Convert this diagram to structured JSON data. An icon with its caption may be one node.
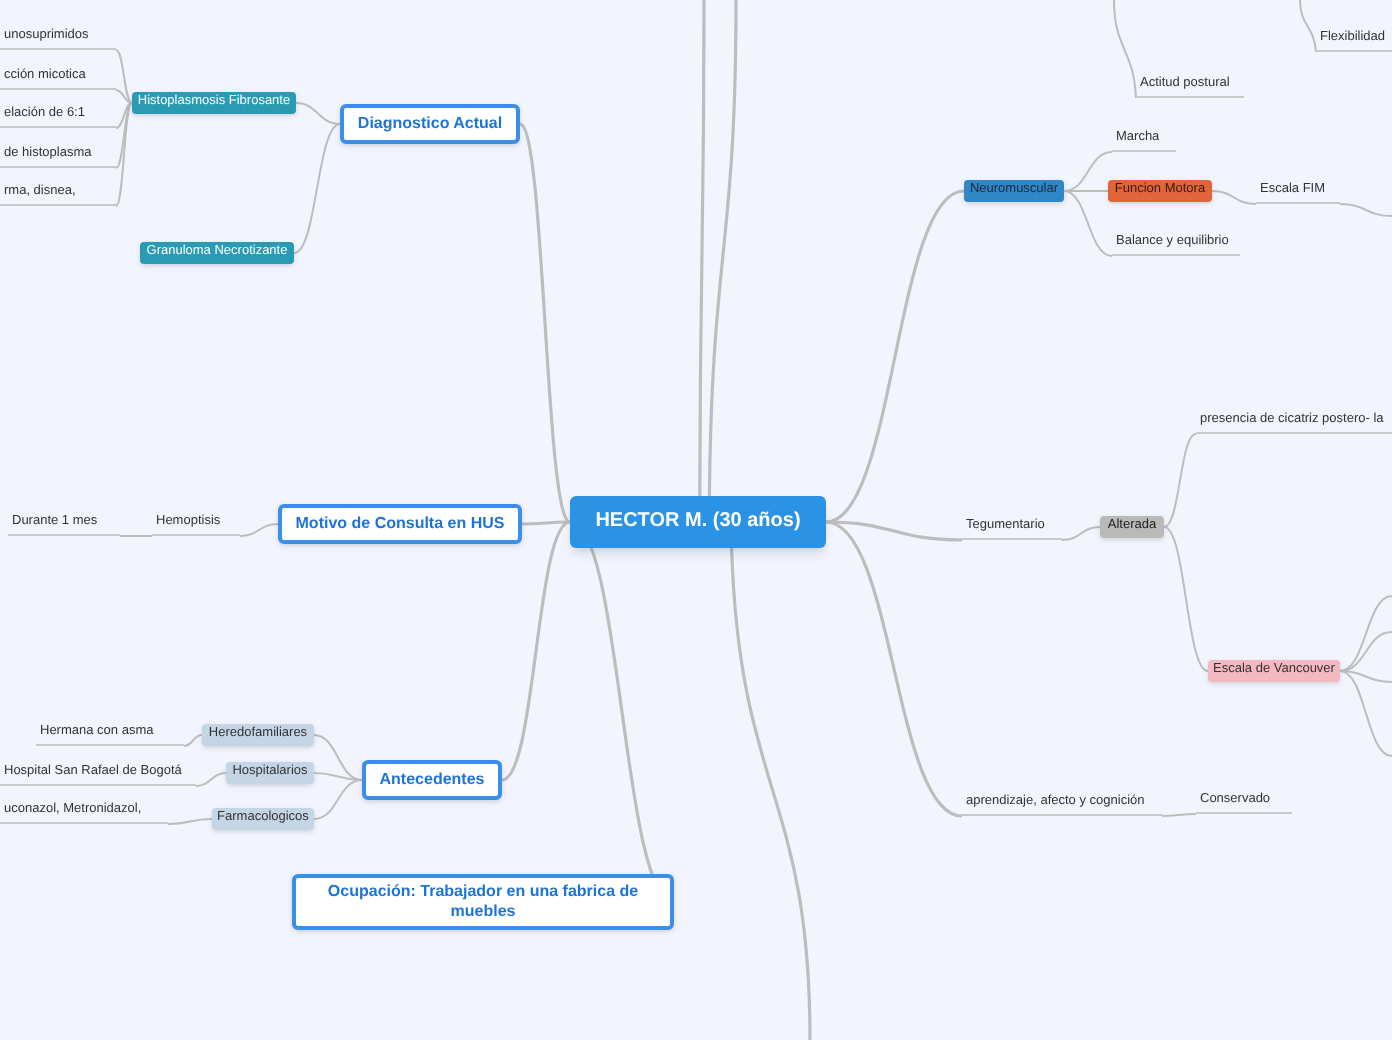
{
  "diagram": {
    "nodes": [
      {
        "text": [
          "HECTOR M. (30 años)"
        ]
      },
      {
        "text": [
          "Diagnostico Actual"
        ]
      },
      {
        "text": [
          "Histoplasmosis Fibrosante"
        ]
      },
      {
        "text": [
          "unosuprimidos"
        ]
      },
      {
        "text": [
          "cción micotica"
        ]
      },
      {
        "text": [
          "elación de 6:1"
        ]
      },
      {
        "text": [
          "de histoplasma"
        ]
      },
      {
        "text": [
          "rma, disnea,"
        ]
      },
      {
        "text": [
          "Granuloma Necrotizante"
        ]
      },
      {
        "text": [
          "Motivo de Consulta en HUS"
        ]
      },
      {
        "text": [
          "Hemoptisis"
        ]
      },
      {
        "text": [
          "Durante 1 mes"
        ]
      },
      {
        "text": [
          "Antecedentes"
        ]
      },
      {
        "text": [
          "Heredofamiliares"
        ]
      },
      {
        "text": [
          "Hermana con asma"
        ]
      },
      {
        "text": [
          "Hospitalarios"
        ]
      },
      {
        "text": [
          "Hospital San Rafael de Bogotá"
        ]
      },
      {
        "text": [
          "Farmacologicos"
        ]
      },
      {
        "text": [
          "uconazol, Metronidazol,"
        ]
      },
      {
        "text": [
          "Ocupación: Trabajador en una fabrica de muebles"
        ]
      },
      {
        "text": [
          "Flexibilidad"
        ]
      },
      {
        "text": [
          "Actitud postural"
        ]
      },
      {
        "text": [
          "Neuromuscular"
        ]
      },
      {
        "text": [
          "Marcha"
        ]
      },
      {
        "text": [
          "Funcion Motora"
        ]
      },
      {
        "text": [
          "Escala FIM"
        ]
      },
      {
        "text": [
          "Balance y equilibrio"
        ]
      },
      {
        "text": [
          "Tegumentario"
        ]
      },
      {
        "text": [
          "Alterada"
        ]
      },
      {
        "text": [
          "presencia de cicatriz postero- la"
        ]
      },
      {
        "text": [
          "Escala de Vancouver"
        ]
      },
      {
        "text": [
          "aprendizaje, afecto y cognición"
        ]
      },
      {
        "text": [
          "Conservado"
        ]
      }
    ],
    "edges": [
      {
        "from": 0,
        "to": 1,
        "arrow": "none"
      },
      {
        "from": 1,
        "to": 2,
        "arrow": "none"
      },
      {
        "from": 2,
        "to": 3,
        "arrow": "none"
      },
      {
        "from": 2,
        "to": 4,
        "arrow": "none"
      },
      {
        "from": 2,
        "to": 5,
        "arrow": "none"
      },
      {
        "from": 2,
        "to": 6,
        "arrow": "none"
      },
      {
        "from": 2,
        "to": 7,
        "arrow": "none"
      },
      {
        "from": 1,
        "to": 8,
        "arrow": "none"
      },
      {
        "from": 0,
        "to": 9,
        "arrow": "none"
      },
      {
        "from": 9,
        "to": 10,
        "arrow": "none"
      },
      {
        "from": 10,
        "to": 11,
        "arrow": "none"
      },
      {
        "from": 0,
        "to": 12,
        "arrow": "none"
      },
      {
        "from": 12,
        "to": 13,
        "arrow": "none"
      },
      {
        "from": 13,
        "to": 14,
        "arrow": "none"
      },
      {
        "from": 12,
        "to": 15,
        "arrow": "none"
      },
      {
        "from": 15,
        "to": 16,
        "arrow": "none"
      },
      {
        "from": 12,
        "to": 17,
        "arrow": "none"
      },
      {
        "from": 17,
        "to": 18,
        "arrow": "none"
      },
      {
        "from": 0,
        "to": 19,
        "arrow": "none"
      },
      {
        "from": 0,
        "to": 22,
        "arrow": "none"
      },
      {
        "from": 22,
        "to": 23,
        "arrow": "none"
      },
      {
        "from": 22,
        "to": 24,
        "arrow": "none"
      },
      {
        "from": 22,
        "to": 26,
        "arrow": "none"
      },
      {
        "from": 24,
        "to": 25,
        "arrow": "none"
      },
      {
        "from": 0,
        "to": 27,
        "arrow": "none"
      },
      {
        "from": 27,
        "to": 28,
        "arrow": "none"
      },
      {
        "from": 28,
        "to": 29,
        "arrow": "none"
      },
      {
        "from": 28,
        "to": 30,
        "arrow": "none"
      },
      {
        "from": 0,
        "to": 31,
        "arrow": "none"
      },
      {
        "from": 31,
        "to": 32,
        "arrow": "none"
      },
      {
        "from": 0,
        "to": null,
        "arrow": "none"
      },
      {
        "from": 0,
        "to": null,
        "arrow": "none"
      },
      {
        "from": 0,
        "to": null,
        "arrow": "none"
      },
      {
        "from": null,
        "to": 20,
        "arrow": "none"
      },
      {
        "from": null,
        "to": 21,
        "arrow": "none"
      },
      {
        "from": 25,
        "to": null,
        "arrow": "none"
      },
      {
        "from": 30,
        "to": null,
        "arrow": "none"
      },
      {
        "from": 30,
        "to": null,
        "arrow": "none"
      },
      {
        "from": 30,
        "to": null,
        "arrow": "none"
      },
      {
        "from": 30,
        "to": null,
        "arrow": "none"
      }
    ]
  }
}
